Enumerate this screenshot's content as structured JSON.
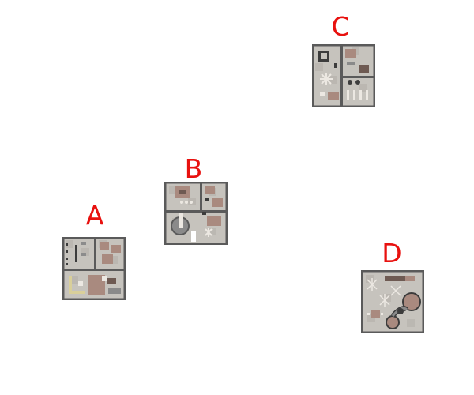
{
  "labels": {
    "a": "A",
    "b": "B",
    "c": "C",
    "d": "D"
  },
  "colors": {
    "label": "#e8110f",
    "wall": "#5a5a5a",
    "floor": "#c6c3bd",
    "floor_dark": "#b4b0aa",
    "furniture": "#a98a7f",
    "furniture_dark": "#6e5a52",
    "light": "#ece8e2"
  }
}
